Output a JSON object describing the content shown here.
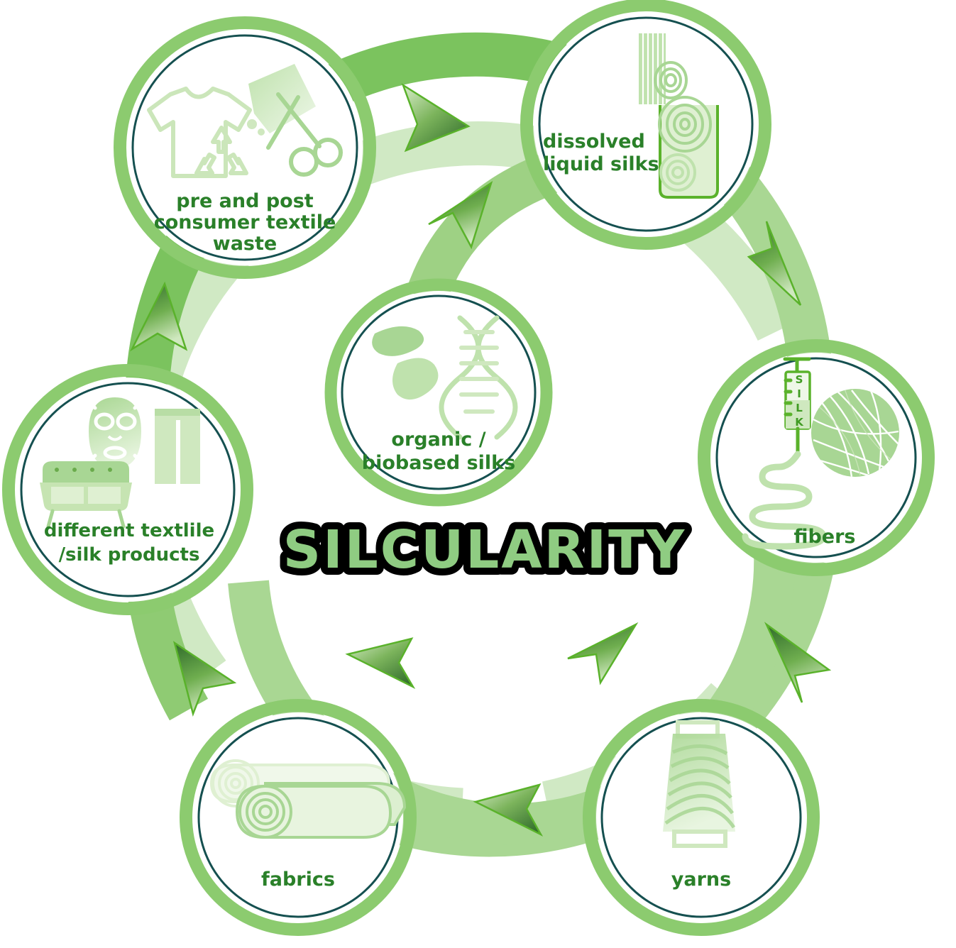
{
  "diagram": {
    "type": "circular-flow",
    "title": "SILCULARITY",
    "background_color": "#ffffff",
    "accent_band_color": "#7bc35e",
    "accent_band_color_light": "#a9d793",
    "node_ring_color": "#155050",
    "node_glow_color": "#8ccb6f",
    "label_color": "#2a8029",
    "icon_color": "#cfe8bf",
    "title_fill_color": "#8fcc82",
    "title_stroke_color": "#000000"
  },
  "nodes": [
    {
      "id": "waste",
      "label": "pre and post\nconsumer textile\nwaste",
      "label_lines": [
        "pre and post",
        "consumer textile",
        "waste"
      ],
      "icons": [
        "tshirt-icon",
        "recycle-icon",
        "scissors-icon",
        "fabric-scrap-icon"
      ],
      "position": "top-left"
    },
    {
      "id": "dissolved",
      "label": "dissolved\nliquid silks",
      "label_lines": [
        "dissolved",
        "liquid silks"
      ],
      "icons": [
        "beaker-icon",
        "cocoon-icon",
        "silk-strands-icon"
      ],
      "position": "top-right"
    },
    {
      "id": "fibers",
      "label": "fibers",
      "label_lines": [
        "fibers"
      ],
      "icons": [
        "syringe-icon",
        "spiral-fiber-icon",
        "fiber-microscope-icon"
      ],
      "icon_text": "SILK",
      "position": "right"
    },
    {
      "id": "yarns",
      "label": "yarns",
      "label_lines": [
        "yarns"
      ],
      "icons": [
        "thread-spool-icon"
      ],
      "position": "bottom-right"
    },
    {
      "id": "fabrics",
      "label": "fabrics",
      "label_lines": [
        "fabrics"
      ],
      "icons": [
        "fabric-roll-icon"
      ],
      "position": "bottom-left"
    },
    {
      "id": "products",
      "label": "different textlile\n/silk products",
      "label_lines": [
        "different textlile",
        "/silk products"
      ],
      "icons": [
        "face-mask-icon",
        "trousers-icon",
        "sofa-icon"
      ],
      "position": "left"
    },
    {
      "id": "organic",
      "label": "organic /\nbiobased silks",
      "label_lines": [
        "organic /",
        "biobased silks"
      ],
      "icons": [
        "cocoon-icon",
        "dna-helix-icon"
      ],
      "position": "center"
    }
  ],
  "flows": [
    {
      "from": "waste",
      "to": "dissolved",
      "direction": "right"
    },
    {
      "from": "dissolved",
      "to": "fibers",
      "direction": "down-right"
    },
    {
      "from": "fibers",
      "to": "yarns",
      "direction": "down"
    },
    {
      "from": "yarns",
      "to": "fabrics",
      "direction": "left"
    },
    {
      "from": "fabrics",
      "to": "products",
      "direction": "up-left"
    },
    {
      "from": "products",
      "to": "waste",
      "direction": "up"
    },
    {
      "from": "organic",
      "to": "dissolved",
      "direction": "up-right"
    },
    {
      "from": "fibers",
      "to": "organic-loop",
      "direction": "inner-left"
    }
  ]
}
